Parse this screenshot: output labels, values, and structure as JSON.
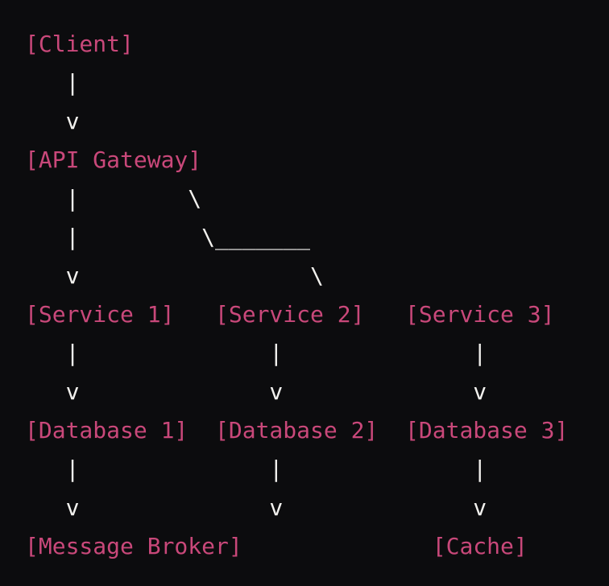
{
  "colors": {
    "background": "#0c0c0e",
    "node_text": "#c9487a",
    "connector_text": "#f2f1ee"
  },
  "diagram": {
    "lines": [
      {
        "cls": "node",
        "text": "[Client]"
      },
      {
        "cls": "connector",
        "text": "   |"
      },
      {
        "cls": "connector",
        "text": "   v"
      },
      {
        "cls": "node",
        "text": "[API Gateway]"
      },
      {
        "cls": "connector",
        "text": "   |        \\"
      },
      {
        "cls": "connector",
        "text": "   |         \\_______"
      },
      {
        "cls": "connector",
        "text": "   v                 \\"
      },
      {
        "cls": "node",
        "text": "[Service 1]   [Service 2]   [Service 3]"
      },
      {
        "cls": "connector",
        "text": "   |              |              |"
      },
      {
        "cls": "connector",
        "text": "   v              v              v"
      },
      {
        "cls": "node",
        "text": "[Database 1]  [Database 2]  [Database 3]"
      },
      {
        "cls": "connector",
        "text": "   |              |              |"
      },
      {
        "cls": "connector",
        "text": "   v              v              v"
      },
      {
        "cls": "node",
        "text": "[Message Broker]              [Cache]"
      }
    ]
  }
}
